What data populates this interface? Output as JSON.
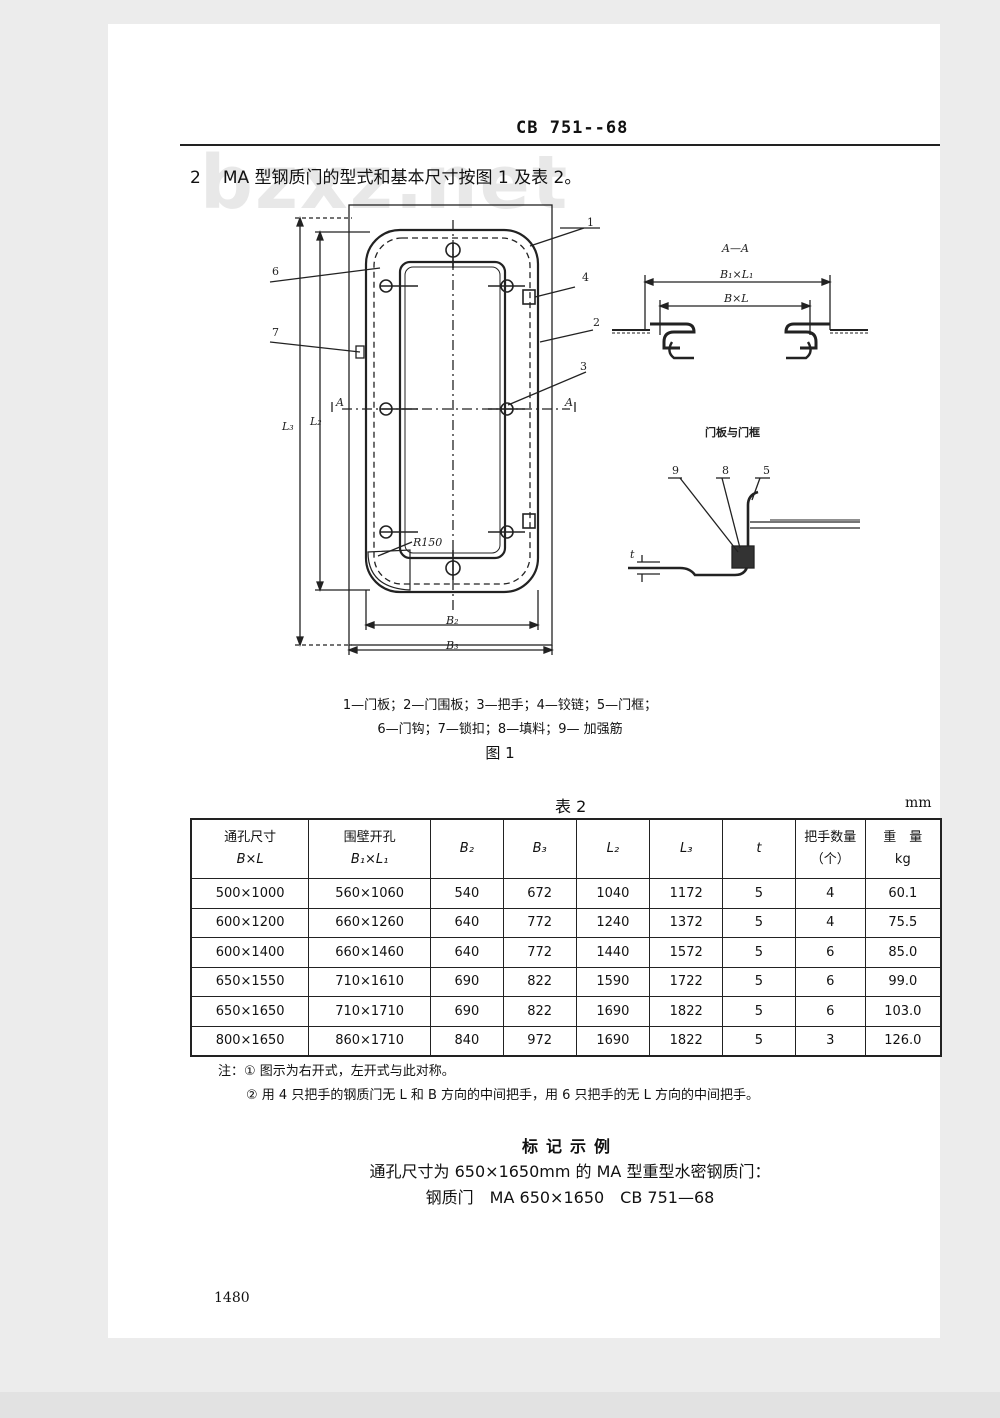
{
  "header": {
    "code": "CB 751--68",
    "watermark": "bzxz.net"
  },
  "section": {
    "number": "2",
    "text": "MA 型钢质门的型式和基本尺寸按图 1 及表 2。"
  },
  "figure": {
    "labels": {
      "callouts": [
        "1",
        "2",
        "3",
        "4",
        "5",
        "6",
        "7",
        "8",
        "9"
      ],
      "section_mark": "A",
      "section_view": "A—A",
      "b1l1": "B₁×L₁",
      "bl": "B×L",
      "detail_title": "门板与门框",
      "l3": "L₃",
      "l2": "L₂",
      "b2": "B₂",
      "b3": "B₃",
      "r150": "R150",
      "t": "t"
    },
    "legend_line1": "1—门板；2—门围板；3—把手；4—铰链；5—门框；",
    "legend_line2": "6—门钩；7—锁扣；8—填料；9— 加强筋",
    "caption": "图 1"
  },
  "table": {
    "title": "表 2",
    "unit": "mm",
    "headers": [
      [
        "通孔尺寸",
        "B×L"
      ],
      [
        "围壁开孔",
        "B₁×L₁"
      ],
      [
        "B₂"
      ],
      [
        "B₃"
      ],
      [
        "L₂"
      ],
      [
        "L₃"
      ],
      [
        "t"
      ],
      [
        "把手数量",
        "（个）"
      ],
      [
        "重　量",
        "kg"
      ]
    ],
    "rows": [
      [
        "500×1000",
        "560×1060",
        "540",
        "672",
        "1040",
        "1172",
        "5",
        "4",
        "60.1"
      ],
      [
        "600×1200",
        "660×1260",
        "640",
        "772",
        "1240",
        "1372",
        "5",
        "4",
        "75.5"
      ],
      [
        "600×1400",
        "660×1460",
        "640",
        "772",
        "1440",
        "1572",
        "5",
        "6",
        "85.0"
      ],
      [
        "650×1550",
        "710×1610",
        "690",
        "822",
        "1590",
        "1722",
        "5",
        "6",
        "99.0"
      ],
      [
        "650×1650",
        "710×1710",
        "690",
        "822",
        "1690",
        "1822",
        "5",
        "6",
        "103.0"
      ],
      [
        "800×1650",
        "860×1710",
        "840",
        "972",
        "1690",
        "1822",
        "5",
        "3",
        "126.0"
      ]
    ]
  },
  "notes": [
    "注：① 图示为右开式，左开式与此对称。",
    "② 用 4 只把手的钢质门无 L 和 B 方向的中间把手，用 6 只把手的无 L 方向的中间把手。"
  ],
  "marking": {
    "title": "标记示例",
    "line1": "通孔尺寸为 650×1650mm 的 MA 型重型水密钢质门：",
    "line2": "钢质门　MA 650×1650　CB 751—68"
  },
  "page_number": "1480"
}
